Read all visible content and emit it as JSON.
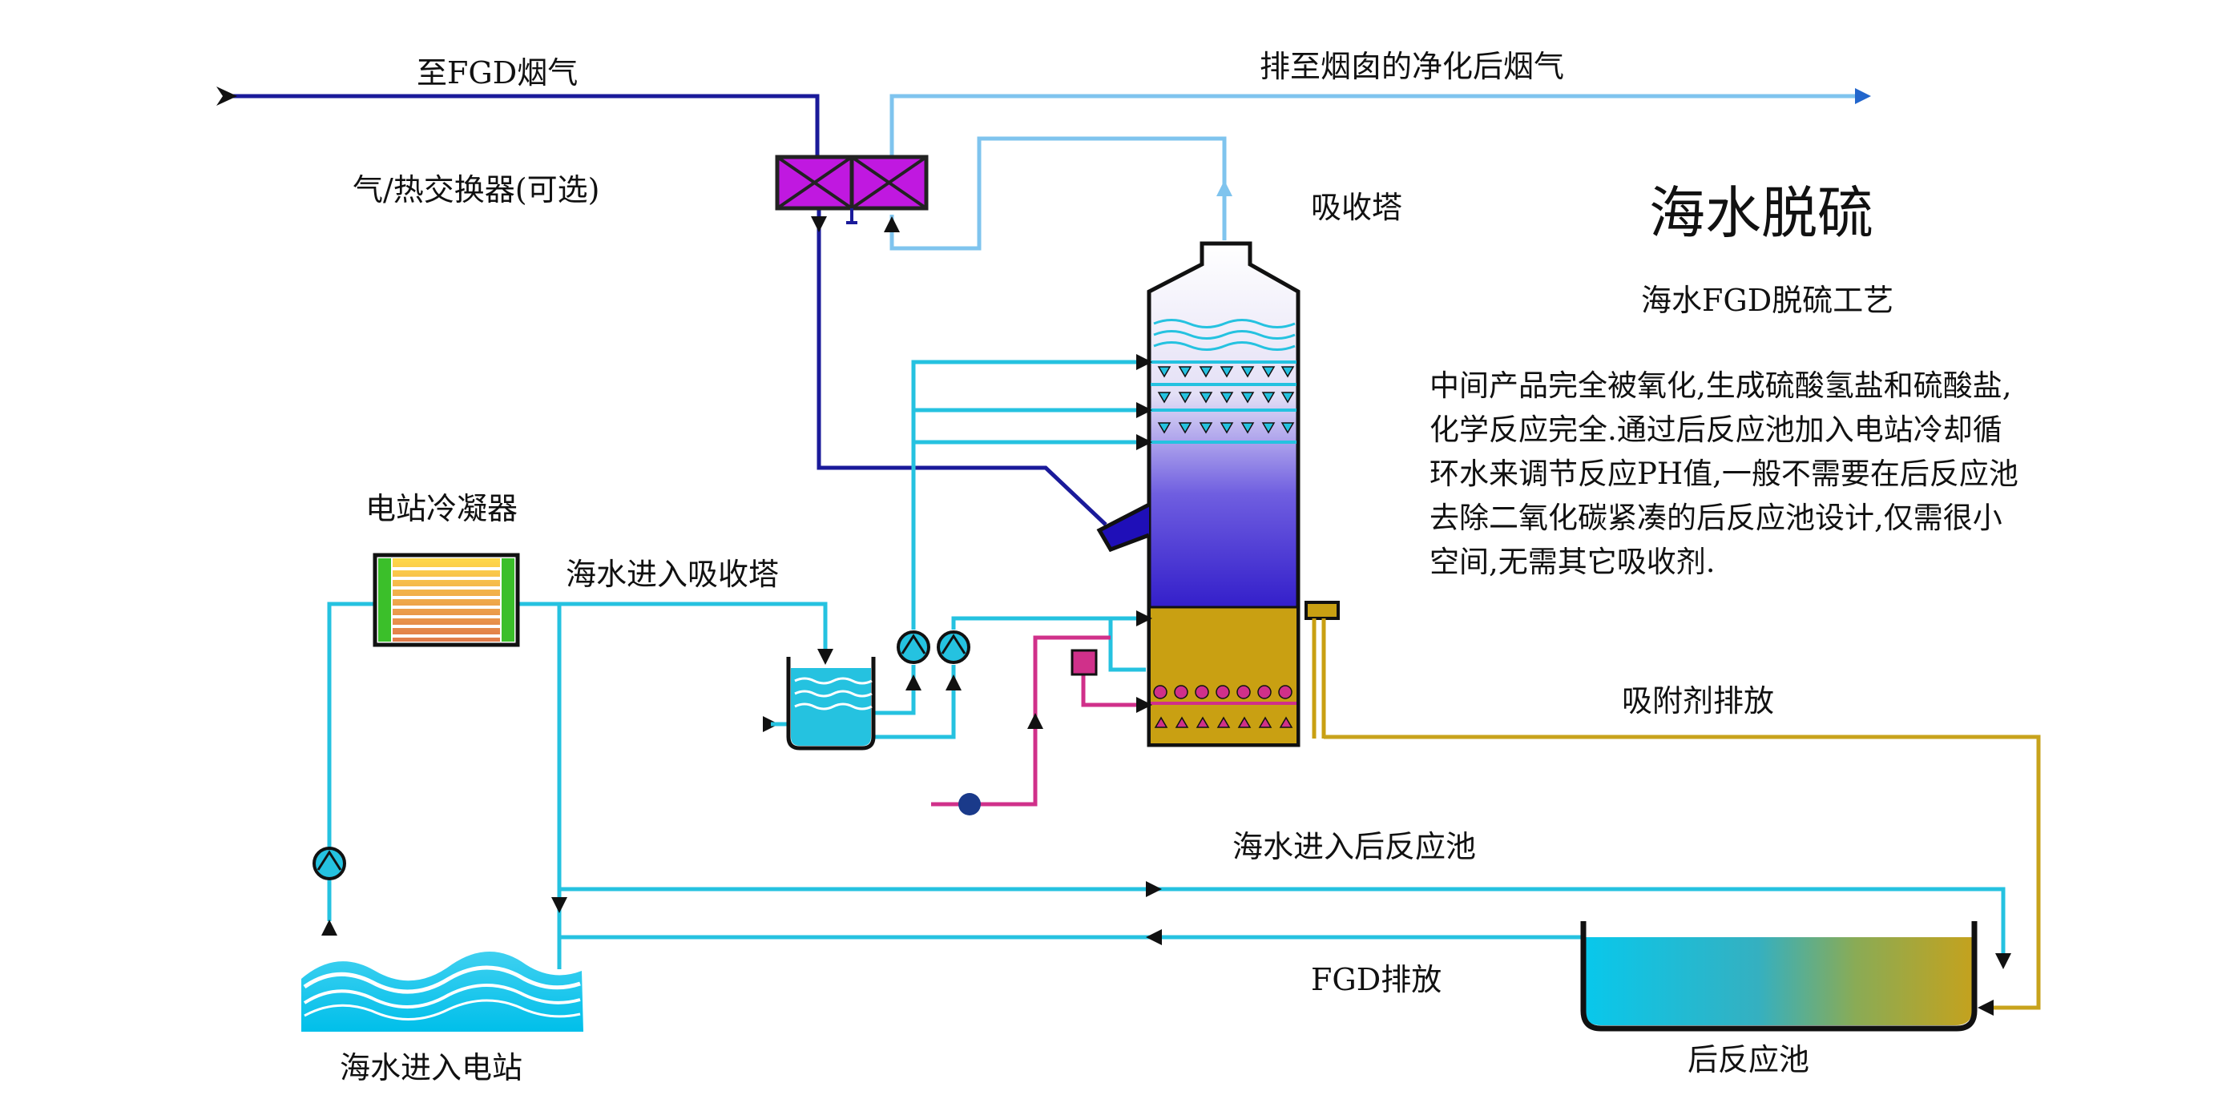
{
  "labels": {
    "to_fgd_flue_gas": "至FGD烟气",
    "clean_flue_gas_to_stack": "排至烟囱的净化后烟气",
    "gas_heat_exchanger_optional": "气/热交换器(可选)",
    "absorber": "吸收塔",
    "title": "海水脱硫",
    "subtitle": "海水FGD脱硫工艺",
    "power_plant_condenser": "电站冷凝器",
    "seawater_into_absorber": "海水进入吸收塔",
    "sorbent_discharge": "吸附剂排放",
    "seawater_into_post_reaction_tank": "海水进入后反应池",
    "fgd_discharge": "FGD排放",
    "post_reaction_tank": "后反应池",
    "seawater_into_power_plant": "海水进入电站"
  },
  "description_lines": [
    "中间产品完全被氧化,生成硫酸氢盐和硫酸盐,",
    "化学反应完全.通过后反应池加入电站冷却循",
    "环水来调节反应PH值,一般不需要在后反应池",
    "去除二氧化碳紧凑的后反应池设计,仅需很小",
    "空间,无需其它吸收剂."
  ],
  "colors": {
    "flue_gas_in": "#1a1a9a",
    "clean_gas": "#7fc4ee",
    "seawater": "#25c2e0",
    "air_line": "#d0308a",
    "sorbent": "#c8a31c",
    "heat_exchanger": "#c018e0",
    "absorber_liquid": "#1f0fb8",
    "absorber_bottom": "#c9a012"
  }
}
